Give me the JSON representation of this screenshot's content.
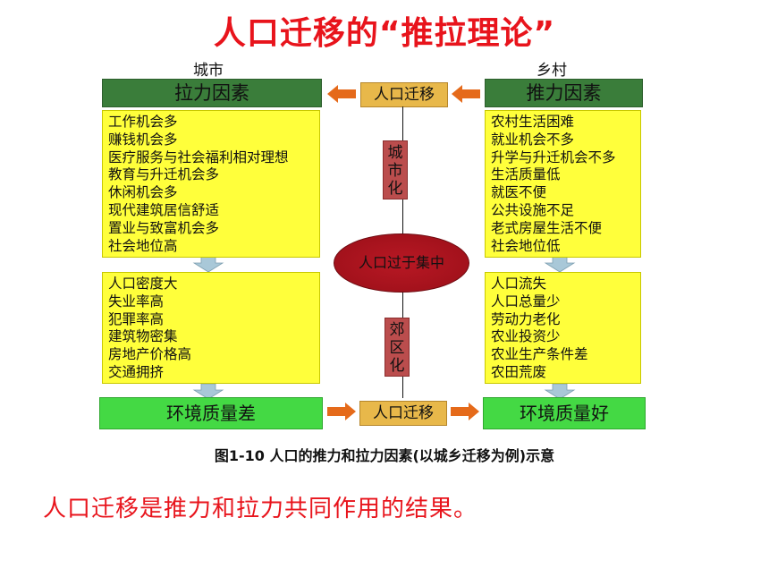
{
  "title": "人口迁移的“推拉理论”",
  "diagram": {
    "city_label": "城市",
    "rural_label": "乡村",
    "pull_header": "拉力因素",
    "push_header": "推力因素",
    "migration_top": "人口迁移",
    "migration_bottom": "人口迁移",
    "urbanization": [
      "城",
      "市",
      "化"
    ],
    "suburbanization": [
      "郊",
      "区",
      "化"
    ],
    "center": "人口过于集中",
    "city_pull_factors": [
      "工作机会多",
      "赚钱机会多",
      "医疗服务与社会福利相对理想",
      "教育与升迁机会多",
      "休闲机会多",
      "现代建筑居信舒适",
      "置业与致富机会多",
      "社会地位高"
    ],
    "rural_push_factors": [
      "农村生活困难",
      "就业机会不多",
      "升学与升迁机会不多",
      "生活质量低",
      "就医不便",
      "公共设施不足",
      "老式房屋生活不便",
      "社会地位低"
    ],
    "city_problems": [
      "人口密度大",
      "失业率高",
      "犯罪率高",
      "建筑物密集",
      "房地产价格高",
      "交通拥挤"
    ],
    "rural_problems": [
      "人口流失",
      "人口总量少",
      "劳动力老化",
      "农业投资少",
      "农业生产条件差",
      "农田荒废"
    ],
    "city_env": "环境质量差",
    "rural_env": "环境质量好"
  },
  "caption": "图1-10  人口的推力和拉力因素(以城乡迁移为例)示意",
  "conclusion": "人口迁移是推力和拉力共同作用的结果。",
  "colors": {
    "title": "#e8141c",
    "header_green": "#3a7d3a",
    "box_yellow": "#ffff3b",
    "migration_tan": "#e8b84a",
    "env_green": "#44d944",
    "center_red": "#b81824",
    "arrow_orange": "#e56a1a",
    "arrow_blue": "#a9c8d8"
  }
}
